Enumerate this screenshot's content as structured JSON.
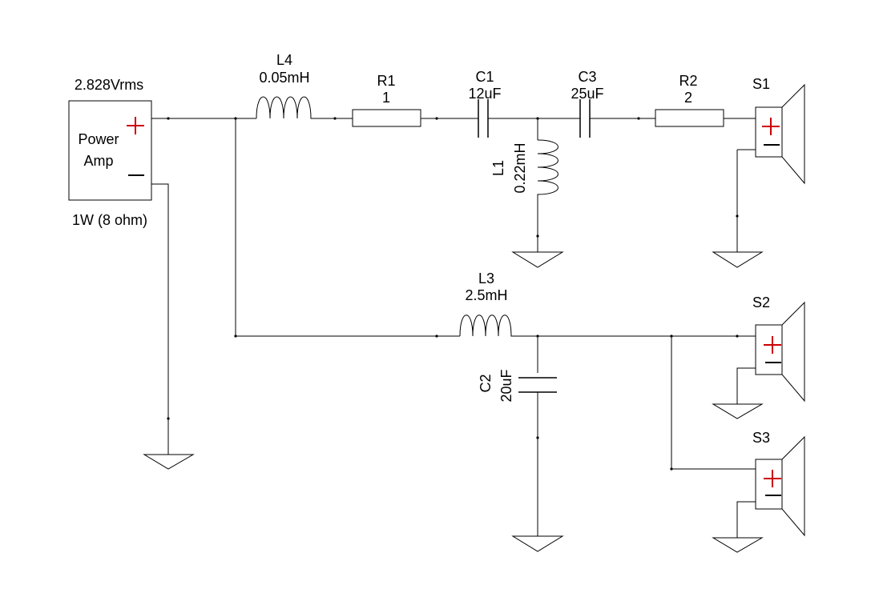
{
  "colors": {
    "wire": "#000000",
    "plus": "#cc0000",
    "background": "#ffffff"
  },
  "amp": {
    "voltage": "2.828Vrms",
    "line1": "Power",
    "line2": "Amp",
    "rating": "1W (8 ohm)"
  },
  "L4": {
    "ref": "L4",
    "value": "0.05mH"
  },
  "R1": {
    "ref": "R1",
    "value": "1"
  },
  "C1": {
    "ref": "C1",
    "value": "12uF"
  },
  "C3": {
    "ref": "C3",
    "value": "25uF"
  },
  "R2": {
    "ref": "R2",
    "value": "2"
  },
  "L1": {
    "ref": "L1",
    "value": "0.22mH"
  },
  "L3": {
    "ref": "L3",
    "value": "2.5mH"
  },
  "C2": {
    "ref": "C2",
    "value": "20uF"
  },
  "S1": {
    "ref": "S1"
  },
  "S2": {
    "ref": "S2"
  },
  "S3": {
    "ref": "S3"
  }
}
